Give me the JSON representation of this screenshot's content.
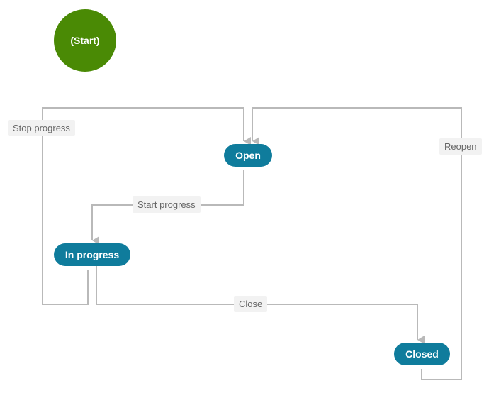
{
  "colors": {
    "start_node": "#4a8a05",
    "status_node": "#0f7c9c",
    "edge": "#b9b9b9",
    "label_bg": "#f2f2f2",
    "label_text": "#666666"
  },
  "nodes": {
    "start": "(Start)",
    "open": "Open",
    "in_progress": "In progress",
    "closed": "Closed"
  },
  "transitions": {
    "stop_progress": "Stop progress",
    "start_progress": "Start progress",
    "close": "Close",
    "reopen": "Reopen"
  }
}
